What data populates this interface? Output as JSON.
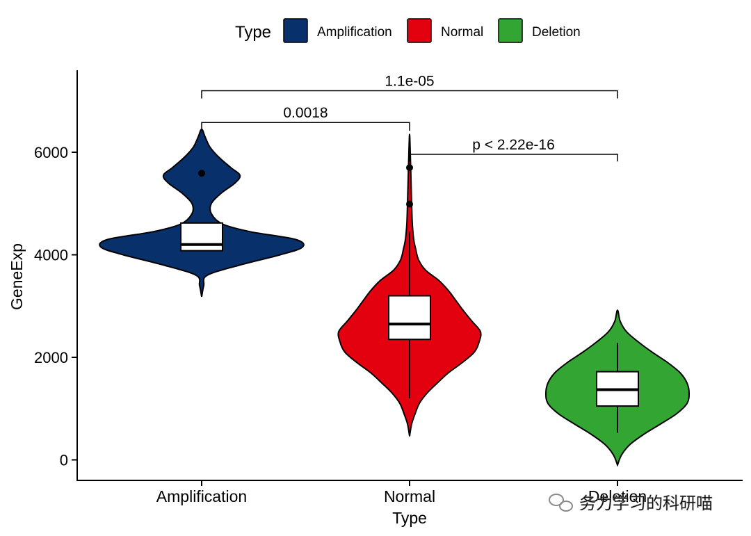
{
  "chart_data": {
    "type": "violin",
    "xlabel": "Type",
    "ylabel": "GeneExp",
    "ylim": [
      -400,
      7600
    ],
    "yticks": [
      0,
      2000,
      4000,
      6000
    ],
    "categories": [
      "Amplification",
      "Normal",
      "Deletion"
    ],
    "legend": {
      "title": "Type",
      "placement": "top",
      "entries": [
        {
          "label": "Amplification",
          "color": "#08306B"
        },
        {
          "label": "Normal",
          "color": "#E3000F"
        },
        {
          "label": "Deletion",
          "color": "#33A532"
        }
      ]
    },
    "series": [
      {
        "name": "Amplification",
        "color": "#08306B",
        "box": {
          "q1": 4080,
          "median": 4200,
          "q3": 4620,
          "whisker_low": 4080,
          "whisker_high": 4620
        },
        "outliers": [
          5590
        ],
        "violin": [
          {
            "y": 3180,
            "w": 0
          },
          {
            "y": 3400,
            "w": 3
          },
          {
            "y": 3600,
            "w": 8
          },
          {
            "y": 3800,
            "w": 55
          },
          {
            "y": 4000,
            "w": 113
          },
          {
            "y": 4150,
            "w": 145
          },
          {
            "y": 4300,
            "w": 135
          },
          {
            "y": 4450,
            "w": 70
          },
          {
            "y": 4600,
            "w": 30
          },
          {
            "y": 4800,
            "w": 14
          },
          {
            "y": 5000,
            "w": 14
          },
          {
            "y": 5200,
            "w": 28
          },
          {
            "y": 5400,
            "w": 48
          },
          {
            "y": 5550,
            "w": 55
          },
          {
            "y": 5700,
            "w": 42
          },
          {
            "y": 5900,
            "w": 25
          },
          {
            "y": 6100,
            "w": 12
          },
          {
            "y": 6300,
            "w": 5
          },
          {
            "y": 6450,
            "w": 0
          }
        ]
      },
      {
        "name": "Normal",
        "color": "#E3000F",
        "box": {
          "q1": 2350,
          "median": 2650,
          "q3": 3200,
          "whisker_low": 1200,
          "whisker_high": 4450
        },
        "outliers": [
          4990,
          5700
        ],
        "violin": [
          {
            "y": 460,
            "w": 0
          },
          {
            "y": 700,
            "w": 3
          },
          {
            "y": 900,
            "w": 8
          },
          {
            "y": 1100,
            "w": 14
          },
          {
            "y": 1300,
            "w": 25
          },
          {
            "y": 1500,
            "w": 40
          },
          {
            "y": 1700,
            "w": 56
          },
          {
            "y": 1900,
            "w": 76
          },
          {
            "y": 2100,
            "w": 93
          },
          {
            "y": 2300,
            "w": 100
          },
          {
            "y": 2500,
            "w": 102
          },
          {
            "y": 2700,
            "w": 90
          },
          {
            "y": 2900,
            "w": 78
          },
          {
            "y": 3100,
            "w": 67
          },
          {
            "y": 3300,
            "w": 56
          },
          {
            "y": 3500,
            "w": 42
          },
          {
            "y": 3700,
            "w": 23
          },
          {
            "y": 3900,
            "w": 13
          },
          {
            "y": 4100,
            "w": 9
          },
          {
            "y": 4300,
            "w": 6
          },
          {
            "y": 4600,
            "w": 4
          },
          {
            "y": 5000,
            "w": 3
          },
          {
            "y": 5500,
            "w": 2
          },
          {
            "y": 6000,
            "w": 1
          },
          {
            "y": 6350,
            "w": 0
          }
        ]
      },
      {
        "name": "Deletion",
        "color": "#33A532",
        "box": {
          "q1": 1050,
          "median": 1370,
          "q3": 1720,
          "whisker_low": 530,
          "whisker_high": 2280
        },
        "outliers": [],
        "violin": [
          {
            "y": -100,
            "w": 0
          },
          {
            "y": 100,
            "w": 6
          },
          {
            "y": 300,
            "w": 18
          },
          {
            "y": 500,
            "w": 38
          },
          {
            "y": 700,
            "w": 62
          },
          {
            "y": 900,
            "w": 85
          },
          {
            "y": 1100,
            "w": 100
          },
          {
            "y": 1300,
            "w": 103
          },
          {
            "y": 1500,
            "w": 100
          },
          {
            "y": 1700,
            "w": 90
          },
          {
            "y": 1900,
            "w": 72
          },
          {
            "y": 2100,
            "w": 50
          },
          {
            "y": 2300,
            "w": 30
          },
          {
            "y": 2500,
            "w": 13
          },
          {
            "y": 2700,
            "w": 4
          },
          {
            "y": 2920,
            "w": 0
          }
        ]
      }
    ],
    "comparisons": [
      {
        "from": 0,
        "to": 2,
        "label": "1.1e-05",
        "y": 7200,
        "tick_bottom": 7050
      },
      {
        "from": 0,
        "to": 1,
        "label": "0.0018",
        "y": 6580,
        "tick_bottom": 6420
      },
      {
        "from": 1,
        "to": 2,
        "label": "p < 2.22e-16",
        "y": 5960,
        "tick_bottom": 5820
      }
    ]
  },
  "watermark": "务力学习的科研喵"
}
